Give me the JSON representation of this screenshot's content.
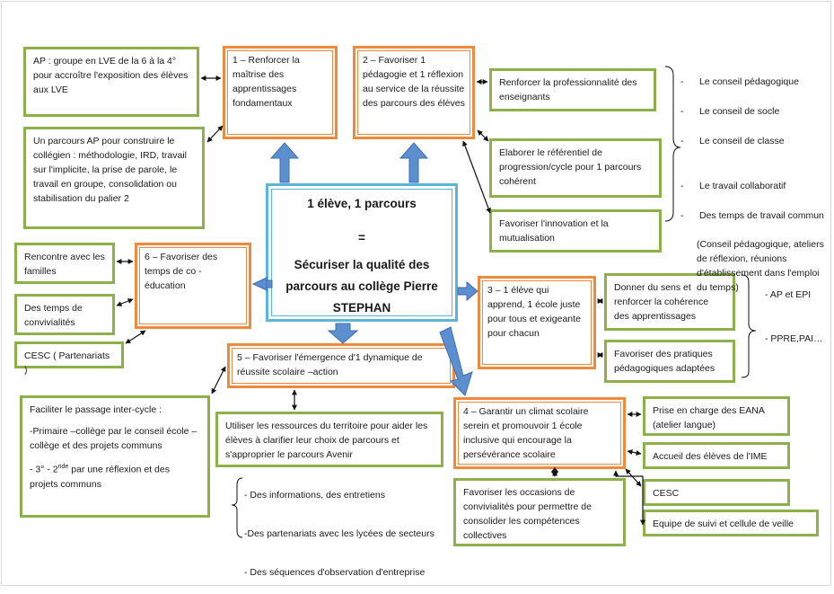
{
  "center": {
    "line1": "1 élève, 1 parcours",
    "line2": "=",
    "line3": "Sécuriser la qualité des parcours au collège Pierre STEPHAN"
  },
  "axes": {
    "a1": "1 – Renforcer la maîtrise des apprentissages fondamentaux",
    "a2": "2 – Favoriser 1 pédagogie et 1 réflexion au service de la réussite des parcours des élèves",
    "a3": "3 – 1 élève qui apprend, 1 école juste pour tous et exigeante pour chacun",
    "a4": "4 – Garantir un climat scolaire serein et promouvoir 1 école inclusive qui encourage la persévérance scolaire",
    "a5": "5 – Favoriser l'émergence d'1 dynamique de réussite scolaire –action",
    "a6": "6 – Favoriser des temps de co - éducation"
  },
  "left": {
    "ap_lve": "AP : groupe en LVE de la 6 à la 4° pour accroître l'exposition des élèves aux LVE",
    "ap_parcours": "Un parcours AP pour construire le collégien : méthodologie, IRD, travail sur l'implicite, la prise de parole, le travail en groupe, consolidation ou stabilisation du palier 2",
    "rencontre": "Rencontre avec les familles",
    "convivialites": "Des temps de convivialités",
    "cesc": "CESC  ( Partenariats )"
  },
  "bottom": {
    "passage_title": "Faciliter le passage  inter-cycle :",
    "passage_primaire": "-Primaire –collège par le conseil école –collège  et des projets communs",
    "passage_3e_a": "- 3° - 2",
    "passage_3e_sup": "nde",
    "passage_3e_b": " par une réflexion et des projets communs",
    "ressources": "Utiliser les ressources du territoire pour aider les élèves à clarifier leur choix de parcours et s'approprier le parcours Avenir",
    "list": [
      "- Des informations, des entretiens",
      "-Des partenariats avec les lycées de secteurs",
      "- Des séquences d'observation d'entreprise"
    ],
    "occasions": "Favoriser les occasions de convivialités pour permettre de consolider les compétences collectives"
  },
  "right": {
    "professionnalite": "Renforcer la professionnalité des enseignants",
    "referentiel": "Elaborer le référentiel de progression/cycle pour 1 parcours cohérent",
    "innovation": "Favoriser l'innovation et la mutualisation",
    "sens": "Donner du sens et renforcer la cohérence des apprentissages",
    "pratiques": "Favoriser des pratiques pédagogiques adaptées",
    "eana": "Prise en charge des EANA (atelier langue)",
    "ime": "Accueil des élèves de l'IME",
    "cesc": "CESC",
    "equipe": "Equipe de suivi  et cellule de veille"
  },
  "conseils": {
    "items1": [
      "Le conseil pédagogique",
      "Le conseil de socle",
      "Le conseil de classe"
    ],
    "items2": [
      "Le travail collaboratif",
      "Des temps de travail commun"
    ],
    "detail": "(Conseil pédagogique, ateliers de réflexion, réunions d'établissement dans l'emploi du temps)"
  },
  "ap_epi": {
    "item1": "- AP et EPI",
    "item2": "- PPRE,PAI…"
  },
  "colors": {
    "green": "#8cb04a",
    "orange": "#ef8a3c",
    "blue": "#5b8fd0",
    "teal": "#5ab5d8"
  }
}
